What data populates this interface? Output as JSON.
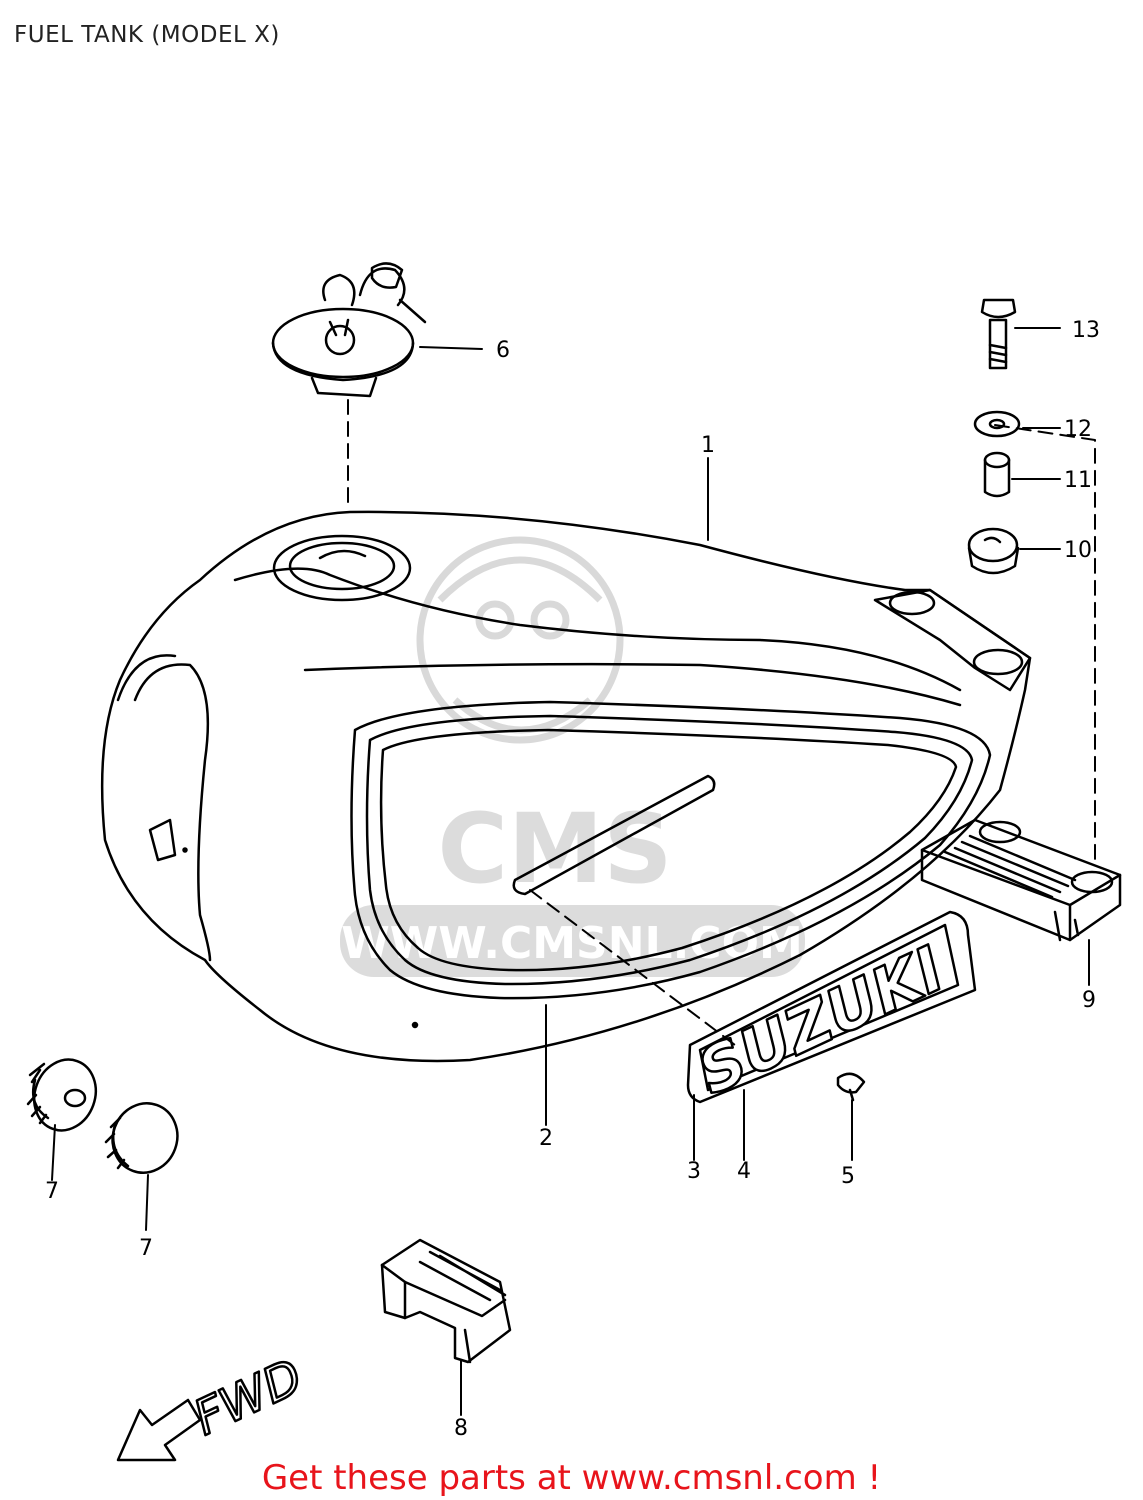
{
  "page": {
    "title": "FUEL TANK (MODEL X)"
  },
  "emblem": {
    "text": "SUZUKI"
  },
  "arrow": {
    "label": "FWD"
  },
  "watermark": {
    "brand": "CMS",
    "url": "WWW.CMSNL.COM"
  },
  "callouts": [
    {
      "id": "1",
      "label": "1"
    },
    {
      "id": "2",
      "label": "2"
    },
    {
      "id": "3",
      "label": "3"
    },
    {
      "id": "4",
      "label": "4"
    },
    {
      "id": "5",
      "label": "5"
    },
    {
      "id": "6",
      "label": "6"
    },
    {
      "id": "7a",
      "label": "7"
    },
    {
      "id": "7b",
      "label": "7"
    },
    {
      "id": "8",
      "label": "8"
    },
    {
      "id": "9",
      "label": "9"
    },
    {
      "id": "10",
      "label": "10"
    },
    {
      "id": "11",
      "label": "11"
    },
    {
      "id": "12",
      "label": "12"
    },
    {
      "id": "13",
      "label": "13"
    }
  ],
  "footer": {
    "text": "Get these parts at www.cmsnl.com !"
  },
  "colors": {
    "line": "#000000",
    "footer": "#e8141b",
    "watermark": "#d8d8d8"
  }
}
